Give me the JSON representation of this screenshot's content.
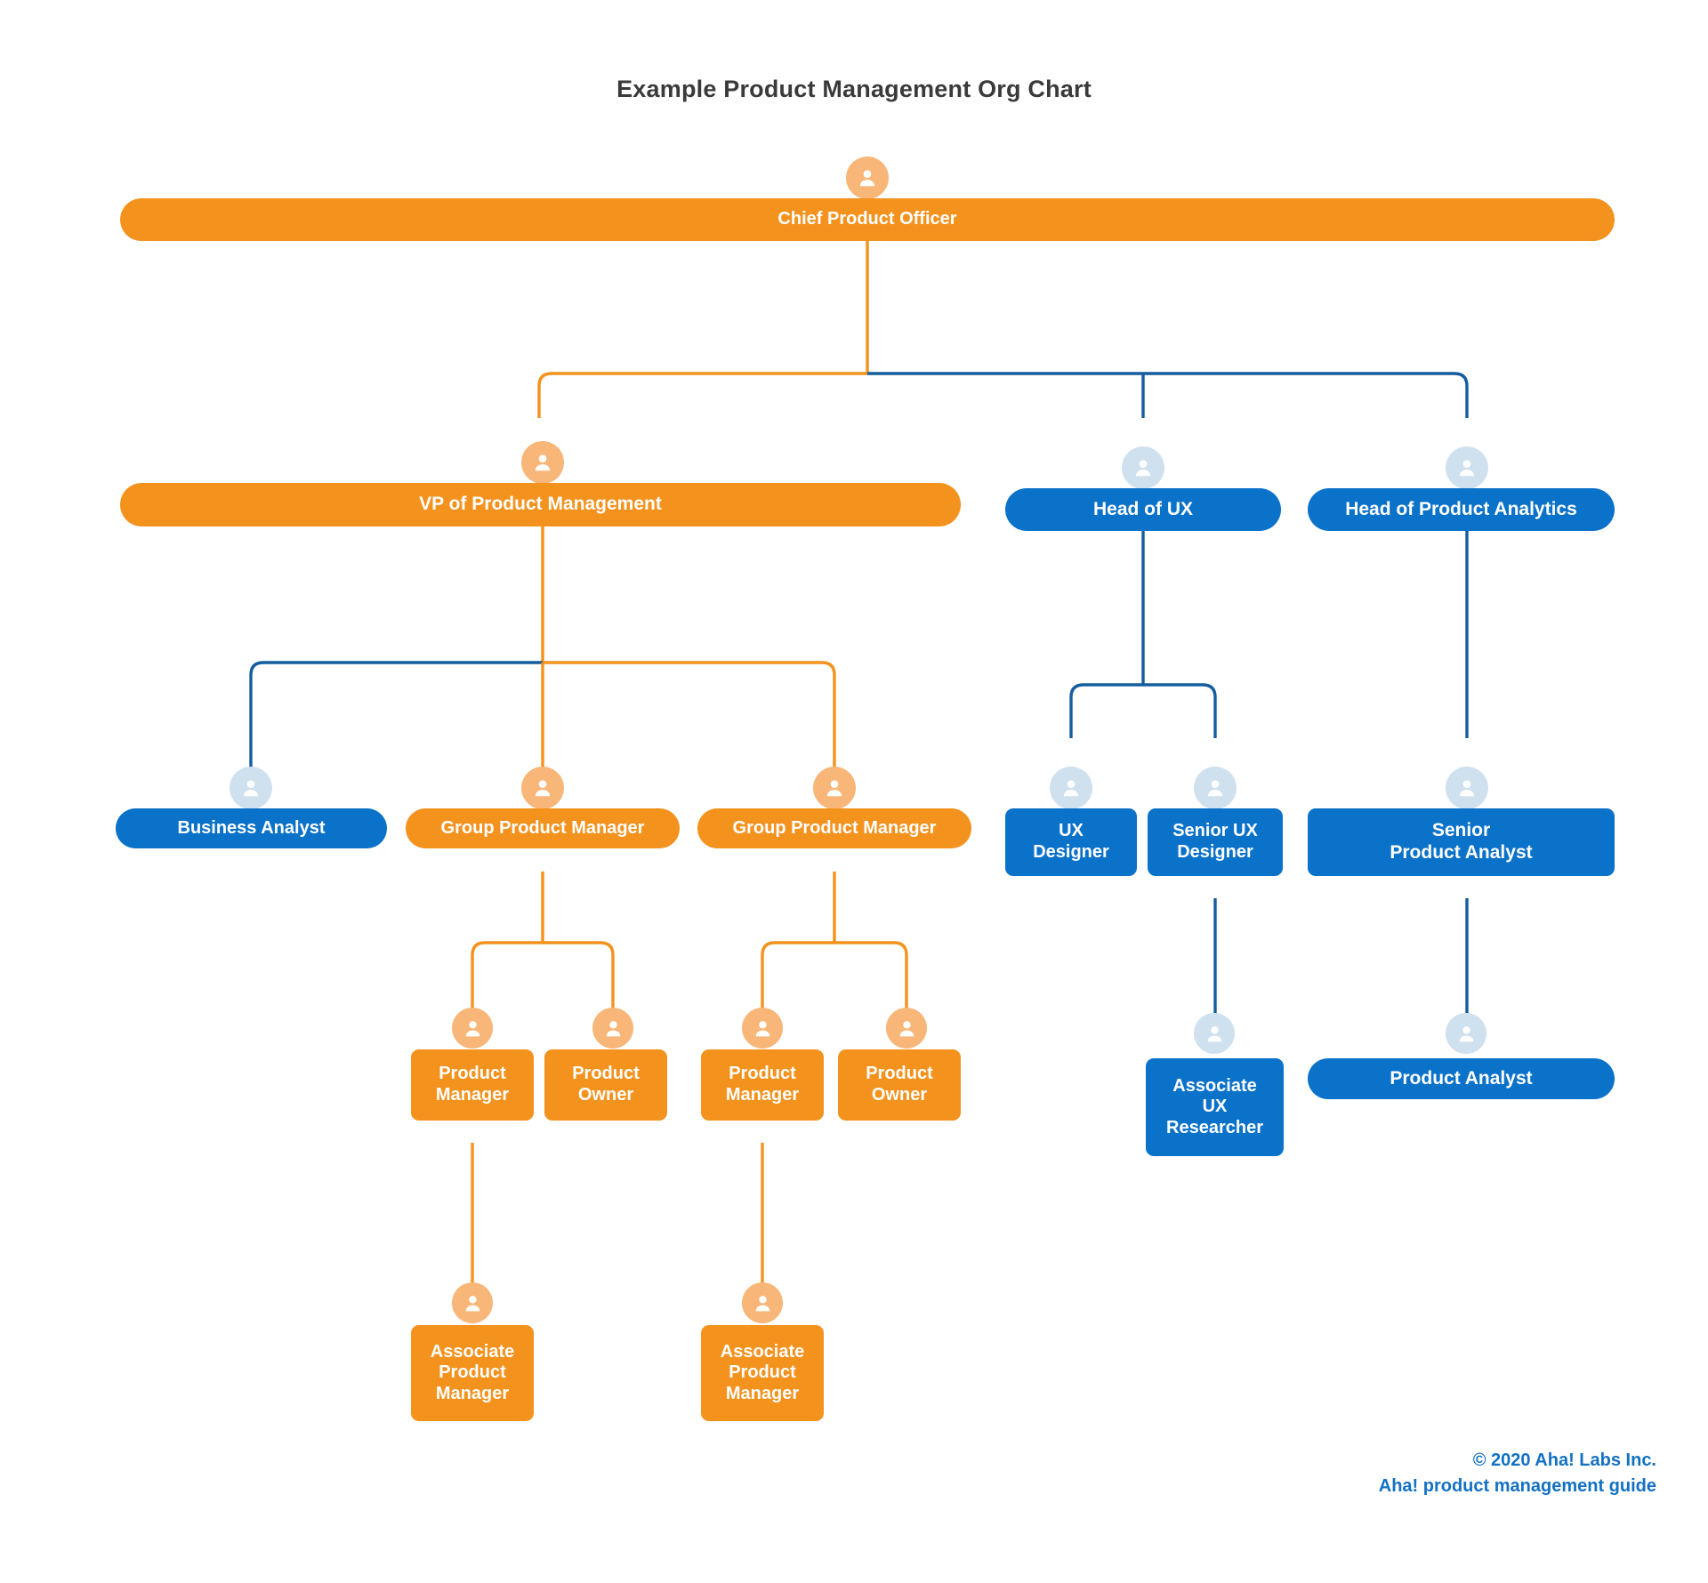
{
  "title": "Example Product Management Org Chart",
  "colors": {
    "orange": "#f4921e",
    "blue": "#0b72ca",
    "orange_avatar": "#f8b678",
    "blue_avatar": "#cfe0ef",
    "orange_line": "#f4921e",
    "blue_line": "#155e9e",
    "title_text": "#3a3a3a",
    "footer_text": "#1271c4"
  },
  "icons": {
    "avatar": "person-avatar-icon"
  },
  "chart_data": {
    "type": "org-chart",
    "title": "Example Product Management Org Chart",
    "nodes": [
      {
        "id": "cpo",
        "label": "Chief Product Officer",
        "color": "orange",
        "shape": "pill",
        "parent": null
      },
      {
        "id": "vp",
        "label": "VP of Product Management",
        "color": "orange",
        "shape": "pill",
        "parent": "cpo"
      },
      {
        "id": "hux",
        "label": "Head of UX",
        "color": "blue",
        "shape": "pill",
        "parent": "cpo"
      },
      {
        "id": "hpa",
        "label": "Head of Product Analytics",
        "color": "blue",
        "shape": "pill",
        "parent": "cpo"
      },
      {
        "id": "ba",
        "label": "Business Analyst",
        "color": "blue",
        "shape": "pill",
        "parent": "vp"
      },
      {
        "id": "gpm1",
        "label": "Group Product Manager",
        "color": "orange",
        "shape": "pill",
        "parent": "vp"
      },
      {
        "id": "gpm2",
        "label": "Group Product Manager",
        "color": "orange",
        "shape": "pill",
        "parent": "vp"
      },
      {
        "id": "pm1",
        "label": "Product\nManager",
        "color": "orange",
        "shape": "card",
        "parent": "gpm1"
      },
      {
        "id": "po1",
        "label": "Product\nOwner",
        "color": "orange",
        "shape": "card",
        "parent": "gpm1"
      },
      {
        "id": "pm2",
        "label": "Product\nManager",
        "color": "orange",
        "shape": "card",
        "parent": "gpm2"
      },
      {
        "id": "po2",
        "label": "Product\nOwner",
        "color": "orange",
        "shape": "card",
        "parent": "gpm2"
      },
      {
        "id": "apm1",
        "label": "Associate\nProduct\nManager",
        "color": "orange",
        "shape": "card",
        "parent": "pm1"
      },
      {
        "id": "apm2",
        "label": "Associate\nProduct\nManager",
        "color": "orange",
        "shape": "card",
        "parent": "pm2"
      },
      {
        "id": "uxd",
        "label": "UX\nDesigner",
        "color": "blue",
        "shape": "card",
        "parent": "hux"
      },
      {
        "id": "suxd",
        "label": "Senior UX\nDesigner",
        "color": "blue",
        "shape": "card",
        "parent": "hux"
      },
      {
        "id": "aur",
        "label": "Associate\nUX\nResearcher",
        "color": "blue",
        "shape": "card",
        "parent": "suxd"
      },
      {
        "id": "spa",
        "label": "Senior\nProduct Analyst",
        "color": "blue",
        "shape": "card",
        "parent": "hpa"
      },
      {
        "id": "pa",
        "label": "Product Analyst",
        "color": "blue",
        "shape": "pill",
        "parent": "spa"
      }
    ]
  },
  "footer": {
    "copyright": "© 2020 Aha! Labs Inc.",
    "guide": "Aha! product management guide"
  }
}
